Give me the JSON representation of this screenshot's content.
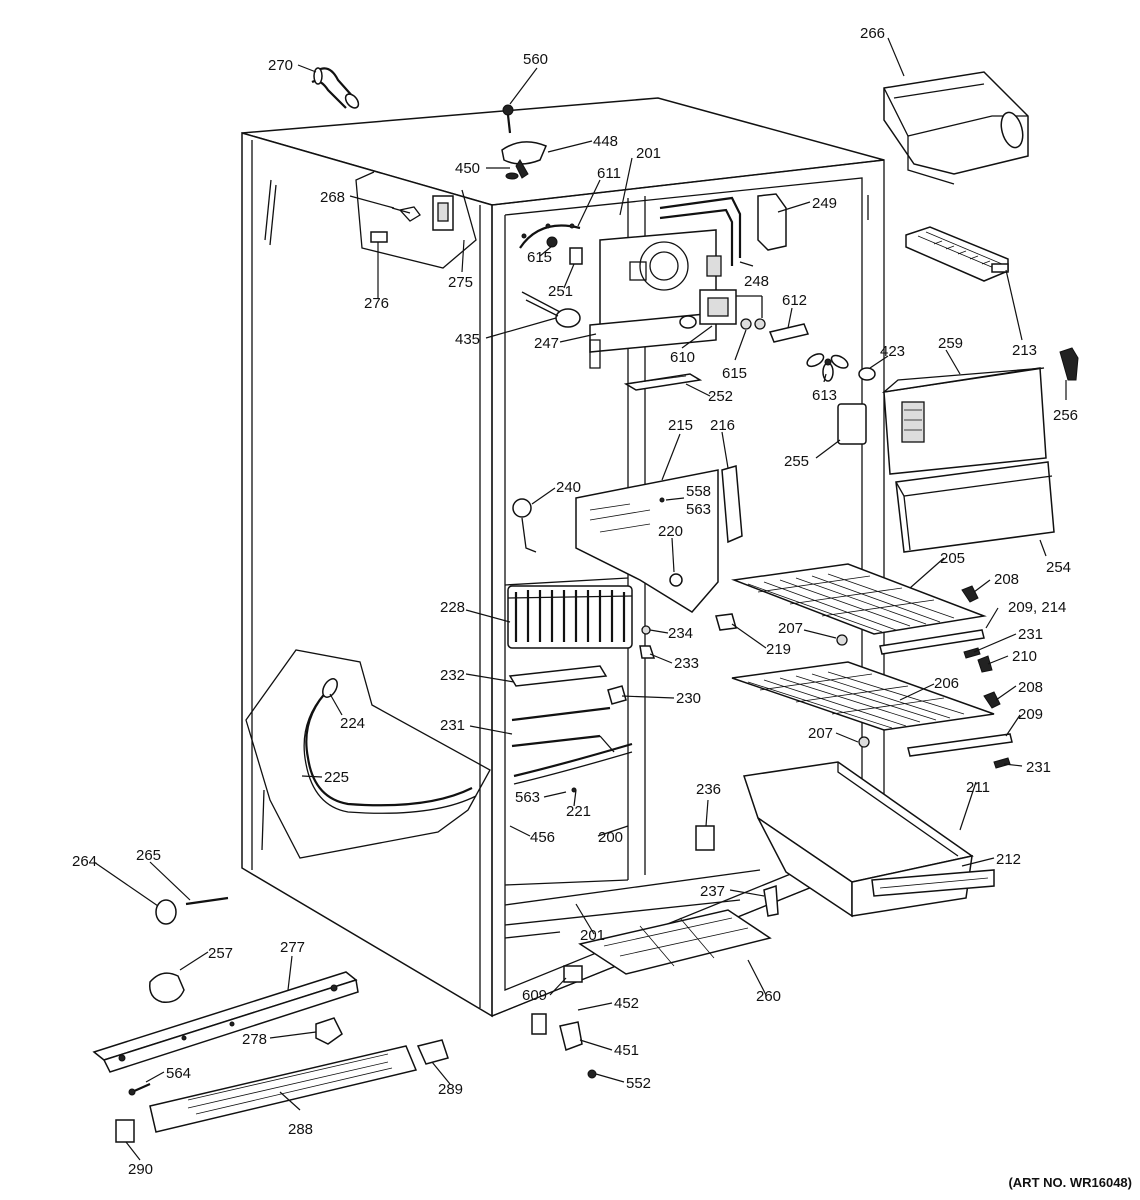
{
  "art_number": "(ART NO. WR16048)",
  "parts": [
    {
      "id": "p270",
      "label": "270"
    },
    {
      "id": "p560",
      "label": "560"
    },
    {
      "id": "p266",
      "label": "266"
    },
    {
      "id": "p448",
      "label": "448"
    },
    {
      "id": "p450",
      "label": "450"
    },
    {
      "id": "p201a",
      "label": "201"
    },
    {
      "id": "p611",
      "label": "611"
    },
    {
      "id": "p268",
      "label": "268"
    },
    {
      "id": "p249",
      "label": "249"
    },
    {
      "id": "p615a",
      "label": "615"
    },
    {
      "id": "p275",
      "label": "275"
    },
    {
      "id": "p276",
      "label": "276"
    },
    {
      "id": "p251",
      "label": "251"
    },
    {
      "id": "p248",
      "label": "248"
    },
    {
      "id": "p612",
      "label": "612"
    },
    {
      "id": "p213",
      "label": "213"
    },
    {
      "id": "p435",
      "label": "435"
    },
    {
      "id": "p247",
      "label": "247"
    },
    {
      "id": "p610",
      "label": "610"
    },
    {
      "id": "p615b",
      "label": "615"
    },
    {
      "id": "p423",
      "label": "423"
    },
    {
      "id": "p259",
      "label": "259"
    },
    {
      "id": "p256",
      "label": "256"
    },
    {
      "id": "p613",
      "label": "613"
    },
    {
      "id": "p252",
      "label": "252"
    },
    {
      "id": "p215",
      "label": "215"
    },
    {
      "id": "p216",
      "label": "216"
    },
    {
      "id": "p255",
      "label": "255"
    },
    {
      "id": "p240",
      "label": "240"
    },
    {
      "id": "p558",
      "label": "558"
    },
    {
      "id": "p563a",
      "label": "563"
    },
    {
      "id": "p220",
      "label": "220"
    },
    {
      "id": "p205",
      "label": "205"
    },
    {
      "id": "p254",
      "label": "254"
    },
    {
      "id": "p208a",
      "label": "208"
    },
    {
      "id": "p228",
      "label": "228"
    },
    {
      "id": "p234",
      "label": "234"
    },
    {
      "id": "p209214",
      "label": "209, 214"
    },
    {
      "id": "p207a",
      "label": "207"
    },
    {
      "id": "p231a",
      "label": "231"
    },
    {
      "id": "p219",
      "label": "219"
    },
    {
      "id": "p210",
      "label": "210"
    },
    {
      "id": "p233",
      "label": "233"
    },
    {
      "id": "p232",
      "label": "232"
    },
    {
      "id": "p206",
      "label": "206"
    },
    {
      "id": "p208b",
      "label": "208"
    },
    {
      "id": "p230",
      "label": "230"
    },
    {
      "id": "p224",
      "label": "224"
    },
    {
      "id": "p209",
      "label": "209"
    },
    {
      "id": "p231b",
      "label": "231"
    },
    {
      "id": "p207b",
      "label": "207"
    },
    {
      "id": "p225",
      "label": "225"
    },
    {
      "id": "p231c",
      "label": "231"
    },
    {
      "id": "p236",
      "label": "236"
    },
    {
      "id": "p211",
      "label": "211"
    },
    {
      "id": "p563b",
      "label": "563"
    },
    {
      "id": "p221",
      "label": "221"
    },
    {
      "id": "p456",
      "label": "456"
    },
    {
      "id": "p200",
      "label": "200"
    },
    {
      "id": "p264",
      "label": "264"
    },
    {
      "id": "p265",
      "label": "265"
    },
    {
      "id": "p212",
      "label": "212"
    },
    {
      "id": "p237",
      "label": "237"
    },
    {
      "id": "p201b",
      "label": "201"
    },
    {
      "id": "p257",
      "label": "257"
    },
    {
      "id": "p277",
      "label": "277"
    },
    {
      "id": "p609",
      "label": "609"
    },
    {
      "id": "p260",
      "label": "260"
    },
    {
      "id": "p452",
      "label": "452"
    },
    {
      "id": "p278",
      "label": "278"
    },
    {
      "id": "p451",
      "label": "451"
    },
    {
      "id": "p564",
      "label": "564"
    },
    {
      "id": "p289",
      "label": "289"
    },
    {
      "id": "p552",
      "label": "552"
    },
    {
      "id": "p288",
      "label": "288"
    },
    {
      "id": "p290",
      "label": "290"
    }
  ]
}
